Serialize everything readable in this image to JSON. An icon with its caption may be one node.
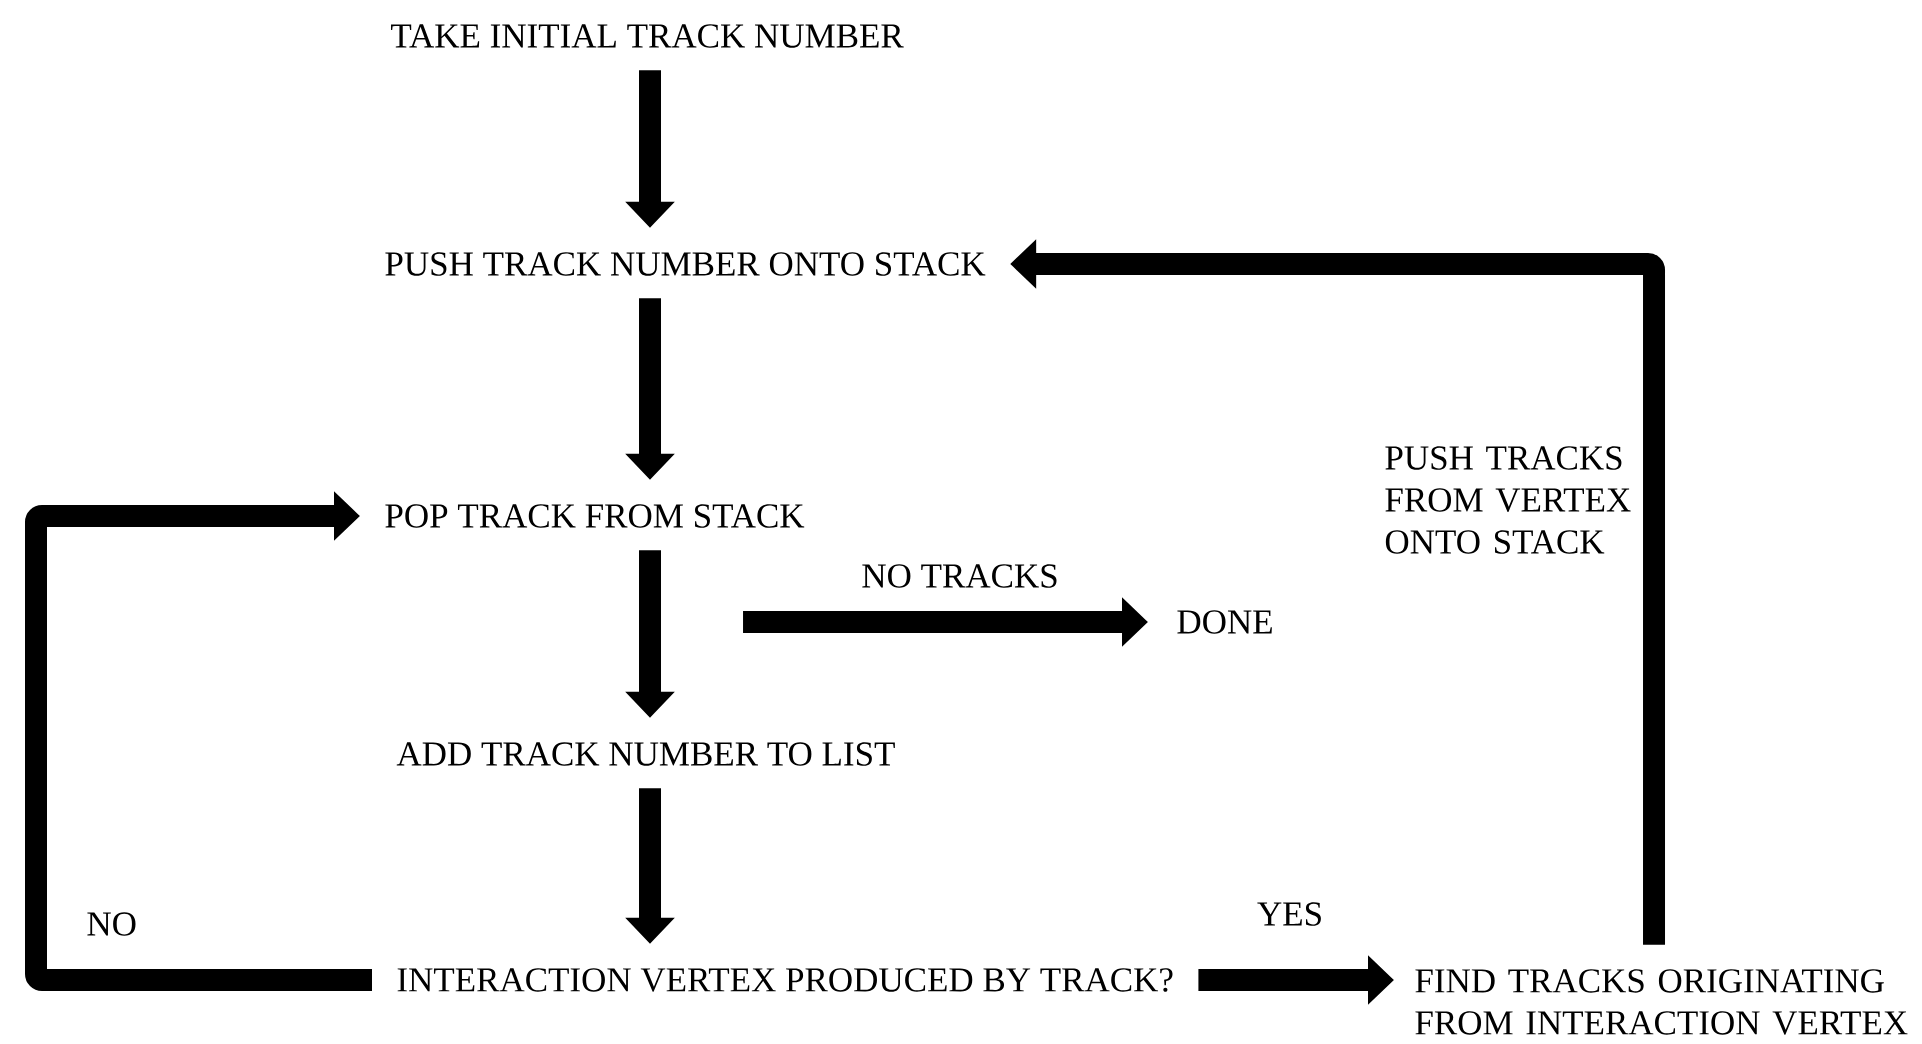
{
  "diagram": {
    "nodes": [
      {
        "text": [
          "TAKE INITIAL TRACK NUMBER"
        ]
      },
      {
        "text": [
          "PUSH TRACK NUMBER ONTO STACK"
        ]
      },
      {
        "text": [
          "POP TRACK FROM STACK"
        ]
      },
      {
        "text": [
          "DONE"
        ]
      },
      {
        "text": [
          "ADD TRACK NUMBER TO LIST"
        ]
      },
      {
        "text": [
          "INTERACTION VERTEX PRODUCED BY TRACK?"
        ]
      },
      {
        "text": [
          "FIND TRACKS ORIGINATING FROM INTERACTION VERTEX"
        ]
      }
    ],
    "edges": [
      {
        "from": 0,
        "to": 1,
        "arrow": "to"
      },
      {
        "from": 1,
        "to": 2,
        "arrow": "to"
      },
      {
        "from": 2,
        "to": 3,
        "arrow": "to",
        "label": "NO TRACKS"
      },
      {
        "from": 2,
        "to": 4,
        "arrow": "to"
      },
      {
        "from": 4,
        "to": 5,
        "arrow": "to"
      },
      {
        "from": 5,
        "to": 2,
        "arrow": "to",
        "label": "NO"
      },
      {
        "from": 5,
        "to": 6,
        "arrow": "to",
        "label": "YES"
      },
      {
        "from": 6,
        "to": 1,
        "arrow": "to",
        "label": "PUSH TRACKS FROM VERTEX ONTO STACK"
      }
    ]
  }
}
